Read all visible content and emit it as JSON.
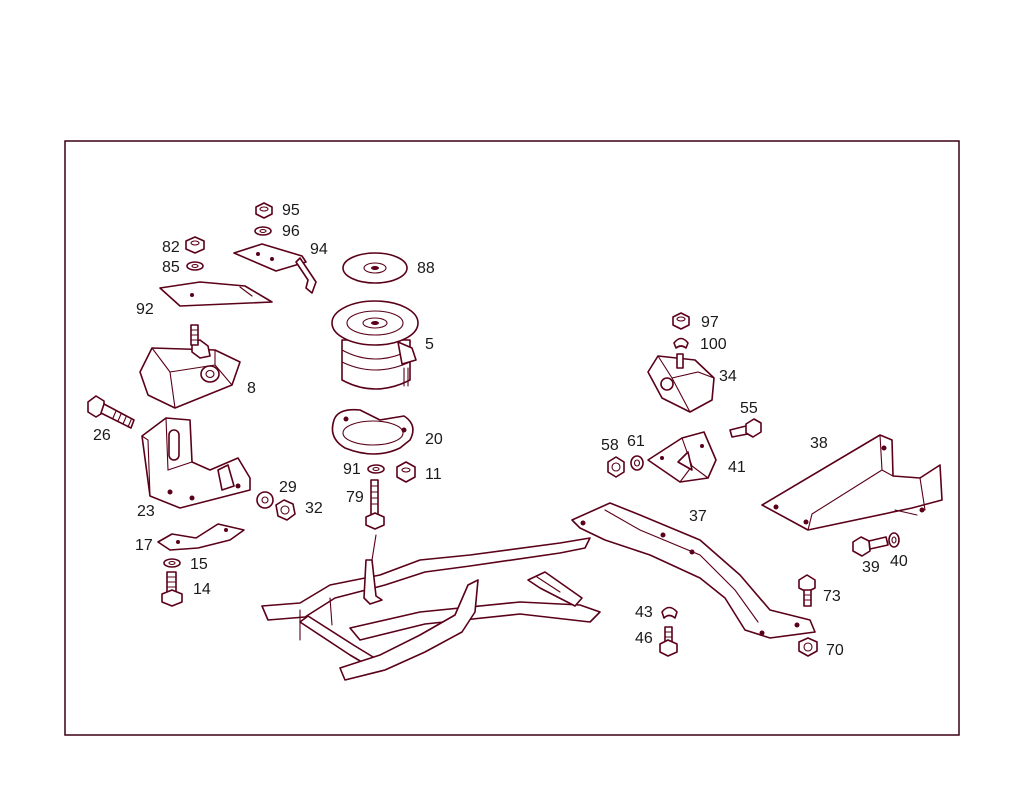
{
  "diagram": {
    "accent_color": "#5a0018",
    "callouts": {
      "c95": "95",
      "c96": "96",
      "c94": "94",
      "c82": "82",
      "c85": "85",
      "c92": "92",
      "c88": "88",
      "c5": "5",
      "c8": "8",
      "c26": "26",
      "c20": "20",
      "c91": "91",
      "c11": "11",
      "c79": "79",
      "c29": "29",
      "c32": "32",
      "c23": "23",
      "c17": "17",
      "c15": "15",
      "c14": "14",
      "c97": "97",
      "c100": "100",
      "c34": "34",
      "c55": "55",
      "c58": "58",
      "c61": "61",
      "c41": "41",
      "c38": "38",
      "c37": "37",
      "c39": "39",
      "c40": "40",
      "c73": "73",
      "c43": "43",
      "c46": "46",
      "c70": "70"
    }
  }
}
